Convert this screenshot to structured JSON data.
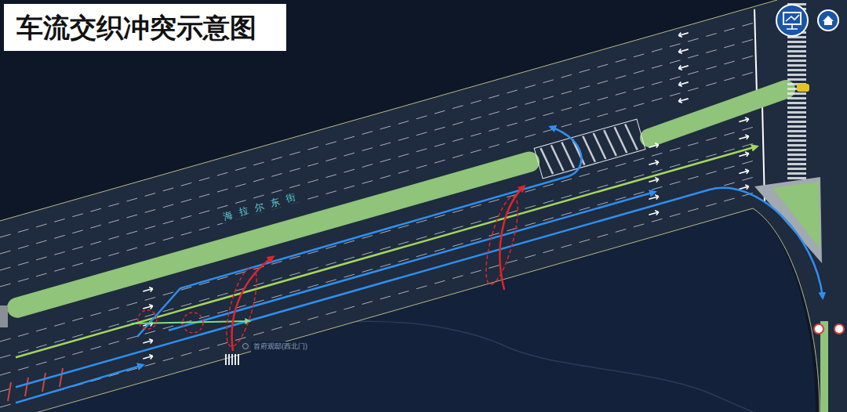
{
  "diagram": {
    "title": "车流交织冲突示意图",
    "labels": [
      "海拉尔东街",
      "首府观邸(西北门)"
    ]
  }
}
